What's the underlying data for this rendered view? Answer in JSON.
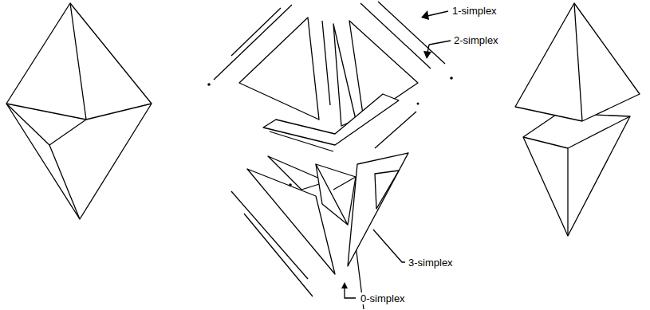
{
  "diagram": {
    "labels": [
      "1-simplex",
      "2-simplex",
      "3-simplex",
      "0-simplex"
    ]
  }
}
